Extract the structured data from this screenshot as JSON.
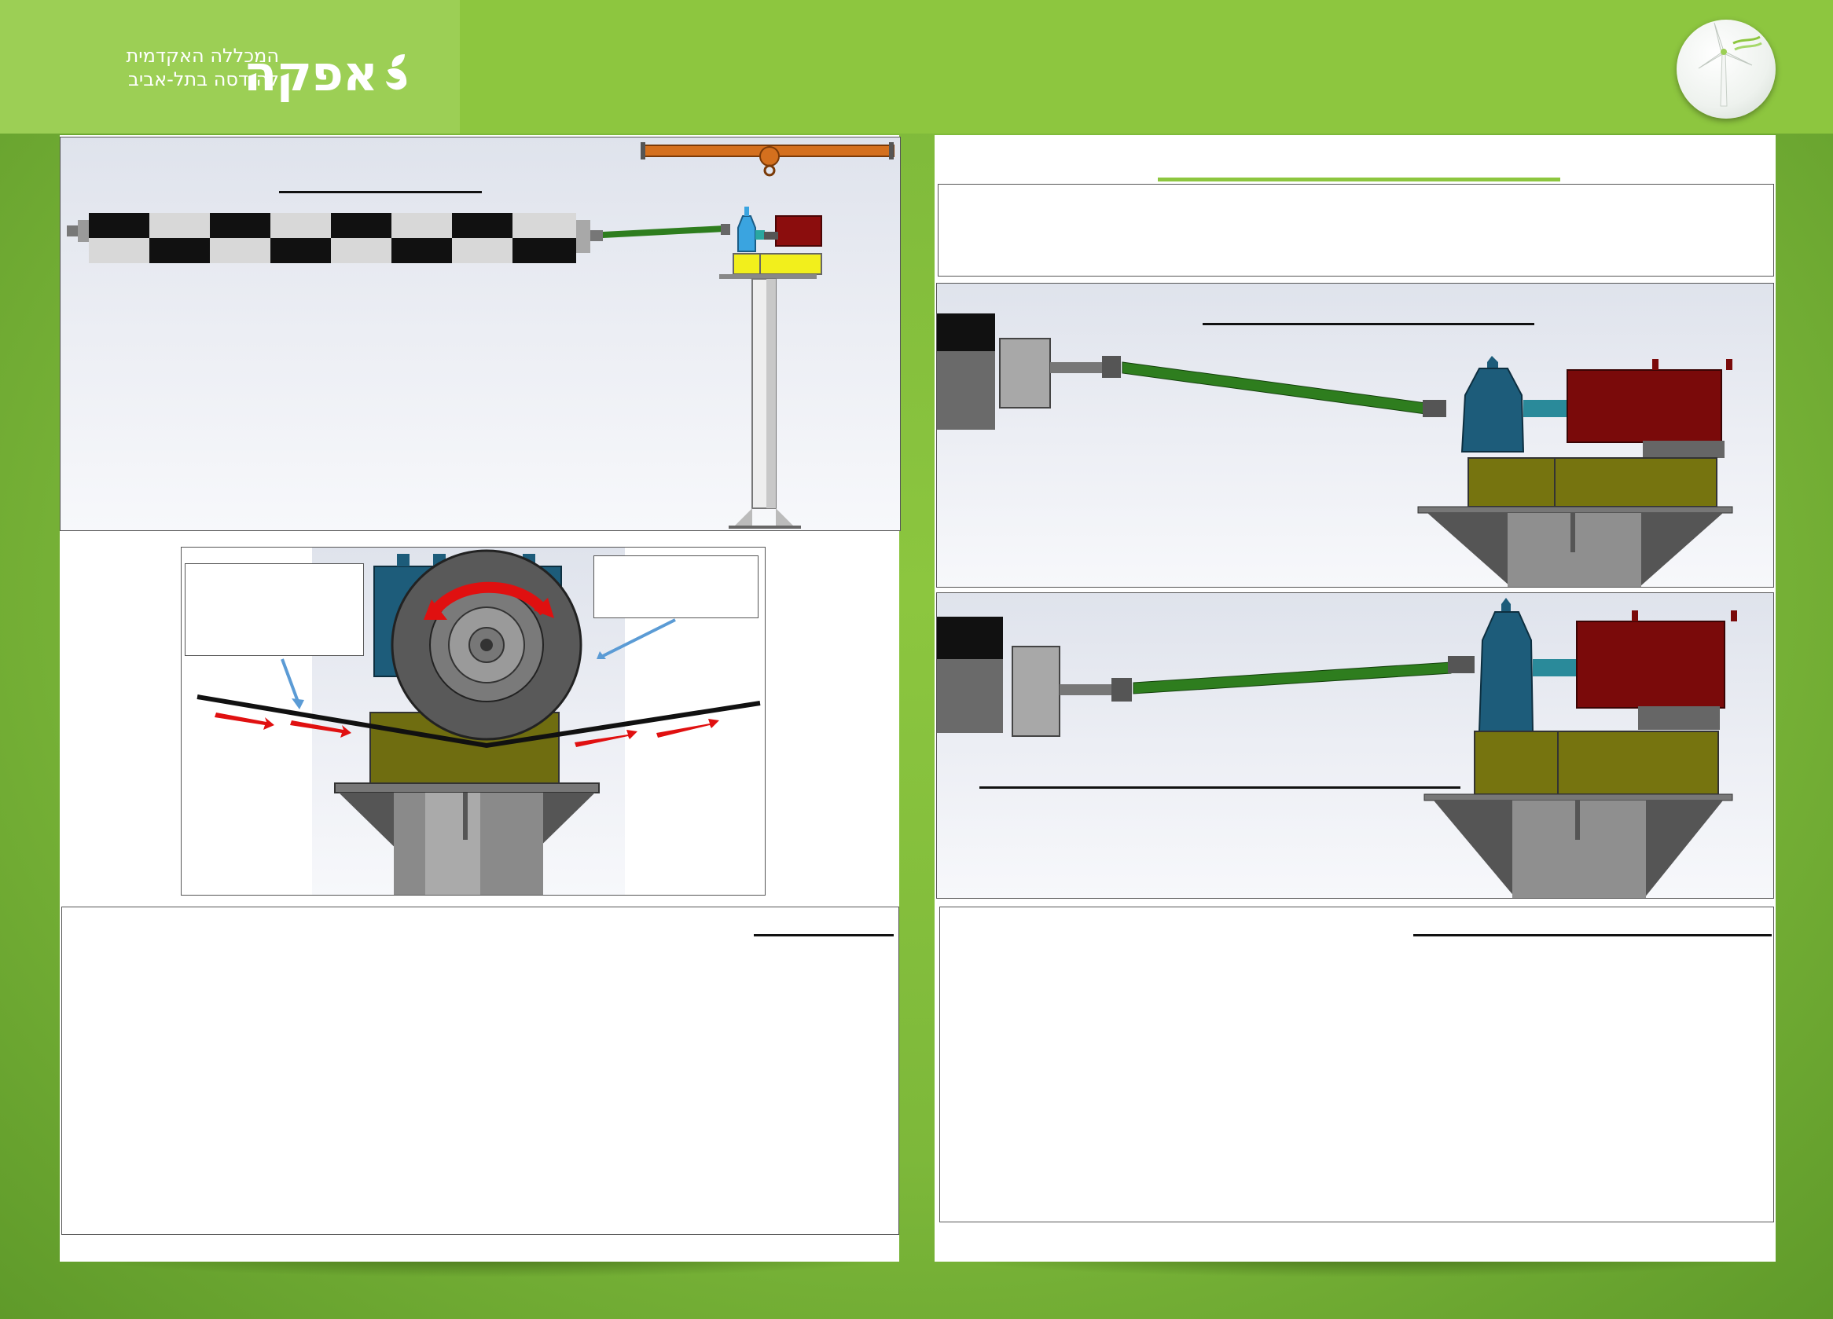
{
  "header": {
    "logo": {
      "brand_name": "אפקה",
      "subtitle_line1": "המכללה האקדמית",
      "subtitle_line2": "להנדסה בתל-אביב"
    },
    "badge_icon": "wind-turbine-icon"
  },
  "colors": {
    "background_green": "#8dc63f",
    "logo_panel": "#9ccf55",
    "accent_rule": "#8dc63f",
    "arrow_red": "#e01010",
    "pointer_blue": "#5b9bd5",
    "shaft_green": "#2e7d1e",
    "gearbox_blue": "#1d5c7a",
    "generator_red": "#7a0a0a",
    "base_olive": "#7a7a12",
    "base_yellow": "#f2ef1c",
    "crane_orange": "#d4701e"
  },
  "left_column": {
    "system_overview": {
      "figure": "full-test-rig-side-view",
      "components": [
        "roller-drum",
        "drive-shaft",
        "gearbox",
        "generator",
        "support-tower",
        "overhead-crane-beam"
      ]
    },
    "wheel_detail": {
      "figure": "wheel-on-belt-front-view",
      "rotation_indicator": "red-curved-arrow",
      "flow_arrows": 4
    }
  },
  "right_column": {
    "drivetrain_view_1": {
      "figure": "drivetrain-close-up-upper"
    },
    "drivetrain_view_2": {
      "figure": "drivetrain-close-up-lower"
    }
  }
}
